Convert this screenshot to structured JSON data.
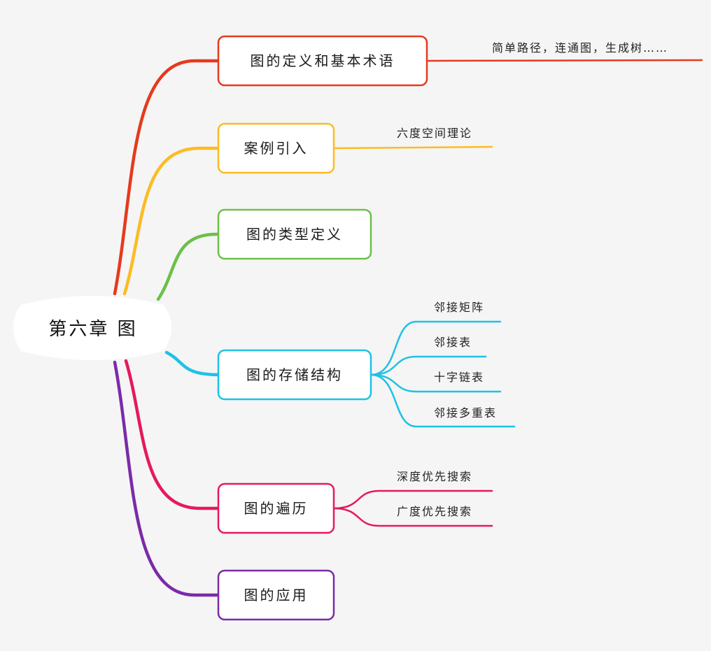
{
  "root": {
    "label": "第六章 图"
  },
  "branches": [
    {
      "id": "definition",
      "label": "图的定义和基本术语",
      "color": "#e53a1d",
      "leaves": [
        "简单路径，连通图，生成树……"
      ]
    },
    {
      "id": "case",
      "label": "案例引入",
      "color": "#fbbc22",
      "leaves": [
        "六度空间理论"
      ]
    },
    {
      "id": "types",
      "label": "图的类型定义",
      "color": "#6cc04a",
      "leaves": []
    },
    {
      "id": "storage",
      "label": "图的存储结构",
      "color": "#1ec2e6",
      "leaves": [
        "邻接矩阵",
        "邻接表",
        "十字链表",
        "邻接多重表"
      ]
    },
    {
      "id": "traversal",
      "label": "图的遍历",
      "color": "#e6195a",
      "leaves": [
        "深度优先搜索",
        "广度优先搜索"
      ]
    },
    {
      "id": "application",
      "label": "图的应用",
      "color": "#7b2aa8",
      "leaves": []
    }
  ]
}
